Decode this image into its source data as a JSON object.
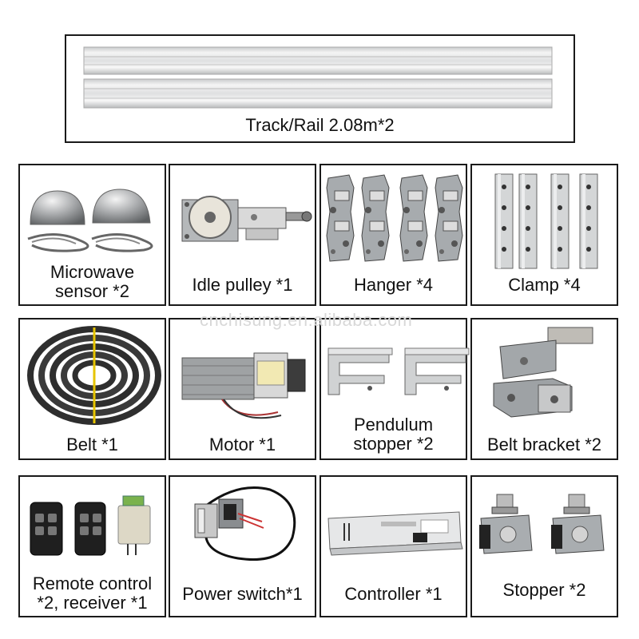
{
  "watermark": "cnchisung.en.alibaba.com",
  "track": {
    "label": "Track/Rail 2.08m*2"
  },
  "cells": {
    "microwave_sensor": {
      "line1": "Microwave",
      "line2": "sensor *2"
    },
    "idle_pulley": {
      "label": "Idle pulley *1"
    },
    "hanger": {
      "label": "Hanger *4"
    },
    "clamp": {
      "label": "Clamp *4"
    },
    "belt": {
      "label": "Belt *1"
    },
    "motor": {
      "label": "Motor *1"
    },
    "pendulum_stopper": {
      "line1": "Pendulum",
      "line2": "stopper *2"
    },
    "belt_bracket": {
      "label": "Belt bracket *2"
    },
    "remote_control": {
      "line1": "Remote control",
      "line2": "*2, receiver *1"
    },
    "power_switch": {
      "label": "Power switch*1"
    },
    "controller": {
      "label": "Controller *1"
    },
    "stopper": {
      "label": "Stopper *2"
    }
  }
}
